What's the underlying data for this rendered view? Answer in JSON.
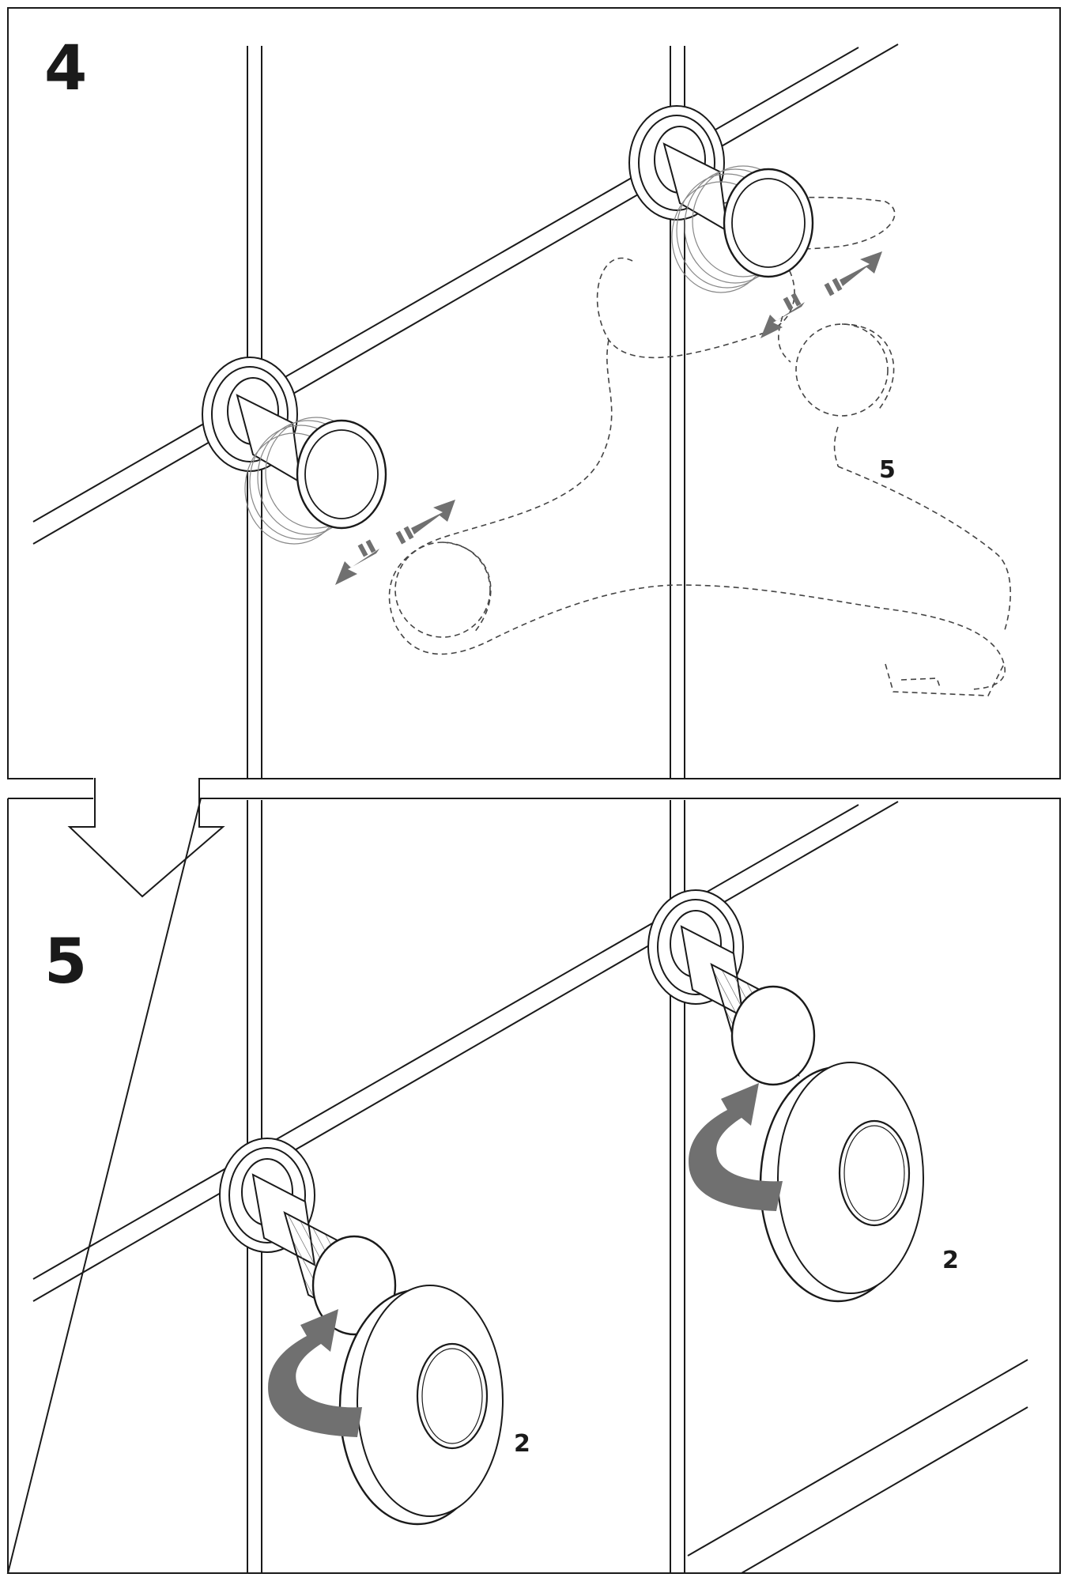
{
  "panels": [
    {
      "step_label": "4",
      "part_ref": "5"
    },
    {
      "step_label": "5",
      "part_refs": [
        "2",
        "2"
      ]
    }
  ],
  "colors": {
    "line": "#1a1a1a",
    "arrow_fill": "#707070",
    "dashed": "#444444",
    "background": "#ffffff"
  },
  "icons": [
    "down-arrow-icon",
    "move-arrow-icon",
    "rotate-arrow-icon"
  ]
}
